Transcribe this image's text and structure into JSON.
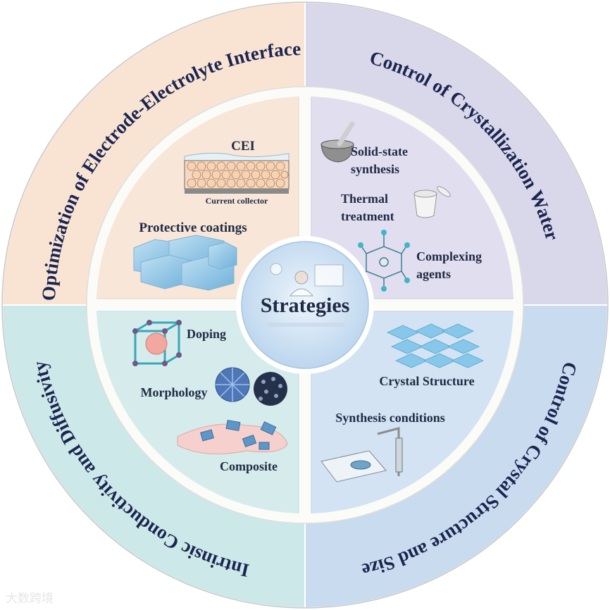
{
  "center": {
    "title": "Strategies"
  },
  "outer_ring": {
    "top_left": "Optimization of Electrode-Electrolyte Interface",
    "top_right": "Control of Crystallization Water",
    "bottom_right": "Control of Crystal Structure and Size",
    "bottom_left": "Intrinsic Conductivity and Diffusivity"
  },
  "inner": {
    "top_left": {
      "cei": "CEI",
      "current_collector": "Current collector",
      "protective": "Protective coatings"
    },
    "top_right": {
      "solid_1": "Solid-state",
      "solid_2": "synthesis",
      "thermal_1": "Thermal",
      "thermal_2": "treatment",
      "complex_1": "Complexing",
      "complex_2": "agents"
    },
    "bottom_right": {
      "crystal": "Crystal Structure",
      "synthesis": "Synthesis conditions"
    },
    "bottom_left": {
      "doping": "Doping",
      "morphology": "Morphology",
      "composite": "Composite"
    }
  },
  "watermark": "大数跨境",
  "colors": {
    "tl": "#f9e4d4",
    "tr": "#d9d7ea",
    "br": "#c9dbee",
    "bl": "#cde8e8",
    "text": "#1b2550"
  }
}
